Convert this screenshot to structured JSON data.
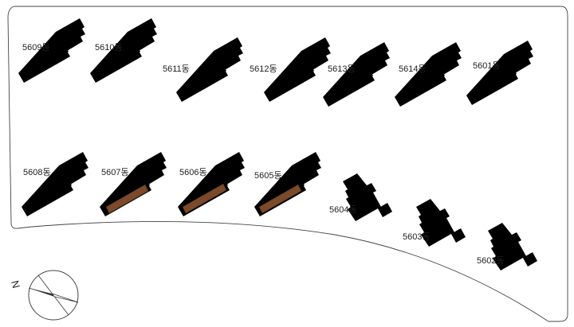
{
  "map": {
    "compass": {
      "north_label": "N"
    },
    "colors": {
      "background": "#ffffff",
      "outline": "#555555",
      "boundary": "#444444",
      "highlight": "#7b4a2a"
    },
    "buildings": [
      {
        "id": "5609",
        "label": "5609동",
        "highlighted": false
      },
      {
        "id": "5610",
        "label": "5610동",
        "highlighted": false
      },
      {
        "id": "5611",
        "label": "5611동",
        "highlighted": false
      },
      {
        "id": "5612",
        "label": "5612동",
        "highlighted": false
      },
      {
        "id": "5613",
        "label": "5613동",
        "highlighted": false
      },
      {
        "id": "5614",
        "label": "5614동",
        "highlighted": false
      },
      {
        "id": "5601",
        "label": "5601동",
        "highlighted": false
      },
      {
        "id": "5608",
        "label": "5608동",
        "highlighted": false
      },
      {
        "id": "5607",
        "label": "5607동",
        "highlighted": true
      },
      {
        "id": "5606",
        "label": "5606동",
        "highlighted": true
      },
      {
        "id": "5605",
        "label": "5605동",
        "highlighted": true
      },
      {
        "id": "5604",
        "label": "5604동",
        "highlighted": false
      },
      {
        "id": "5603",
        "label": "5603동",
        "highlighted": false
      },
      {
        "id": "5602",
        "label": "5602동",
        "highlighted": false
      }
    ]
  }
}
